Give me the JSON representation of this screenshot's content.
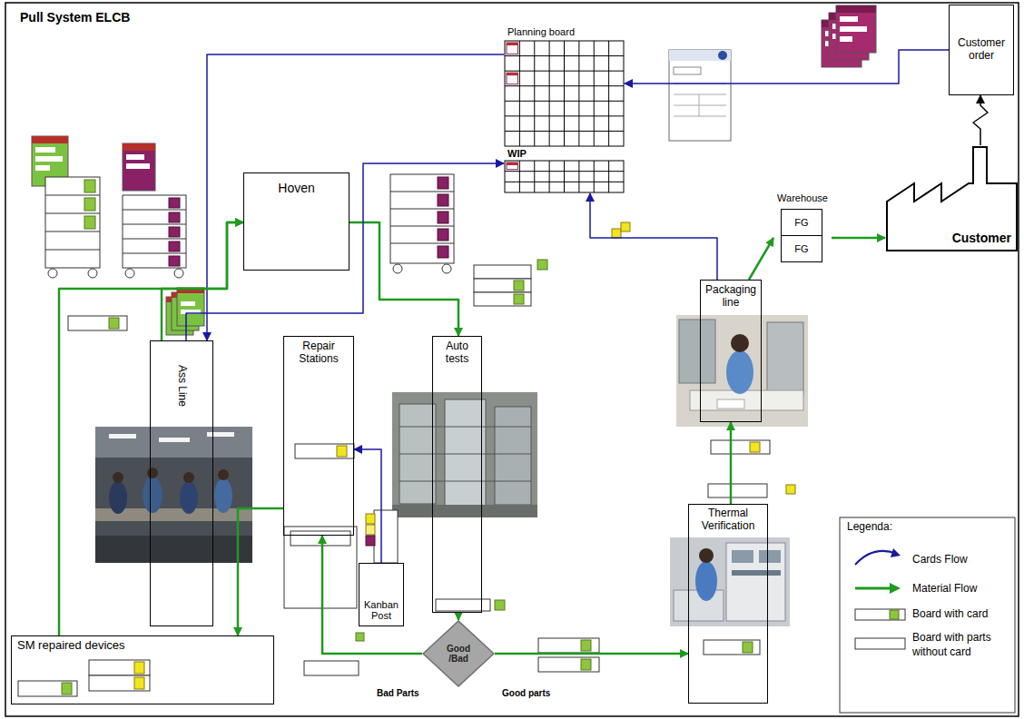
{
  "diagram": {
    "title": "Pull System ELCB",
    "nodes": [
      {
        "text": [
          "Planning board"
        ]
      },
      {
        "text": [
          "WIP"
        ]
      },
      {
        "text": [
          "Customer order"
        ]
      },
      {
        "text": [
          "Customer"
        ]
      },
      {
        "text": [
          "Warehouse"
        ]
      },
      {
        "text": [
          "FG"
        ],
        "in": 4
      },
      {
        "text": [
          "FG"
        ],
        "in": 4
      },
      {
        "text": [
          "Hoven"
        ]
      },
      {
        "text": [
          "Ass Line"
        ]
      },
      {
        "text": [
          "Repair Stations"
        ]
      },
      {
        "text": [
          "Auto tests"
        ]
      },
      {
        "text": [
          "Packaging line"
        ]
      },
      {
        "text": [
          "Kanban Post"
        ]
      },
      {
        "text": [
          "Thermal Verification"
        ]
      },
      {
        "text": [
          "Good /Bad"
        ]
      },
      {
        "text": [
          "SM repaired devices"
        ]
      }
    ],
    "edges": [
      {
        "from": 3,
        "to": 2,
        "arrow": "to"
      },
      {
        "from": 2,
        "to": 0,
        "arrow": "to"
      },
      {
        "from": 0,
        "to": 8,
        "arrow": "to"
      },
      {
        "from": 8,
        "to": 7,
        "arrow": "to"
      },
      {
        "from": 15,
        "to": 7,
        "arrow": "to"
      },
      {
        "from": 7,
        "to": 10,
        "arrow": "to"
      },
      {
        "from": 10,
        "to": 14,
        "arrow": "to"
      },
      {
        "from": 14,
        "to": 9,
        "label": "Bad Parts",
        "arrow": "to"
      },
      {
        "from": 14,
        "to": 13,
        "label": "Good parts",
        "arrow": "to"
      },
      {
        "from": 13,
        "to": 11,
        "arrow": "to"
      },
      {
        "from": 11,
        "to": 4,
        "arrow": "to"
      },
      {
        "from": 4,
        "to": 3,
        "arrow": "to"
      },
      {
        "from": 11,
        "to": 1,
        "arrow": "to"
      },
      {
        "from": 8,
        "to": 1,
        "arrow": "to"
      },
      {
        "from": 12,
        "to": 9,
        "arrow": "to"
      },
      {
        "from": 9,
        "to": 15,
        "arrow": "to"
      }
    ],
    "labels": [
      "Legenda:"
    ],
    "legend": [
      {
        "text": "Cards Flow"
      },
      {
        "text": "Material Flow"
      },
      {
        "text": "Board with card"
      },
      {
        "text": "Board with parts without card"
      }
    ]
  }
}
